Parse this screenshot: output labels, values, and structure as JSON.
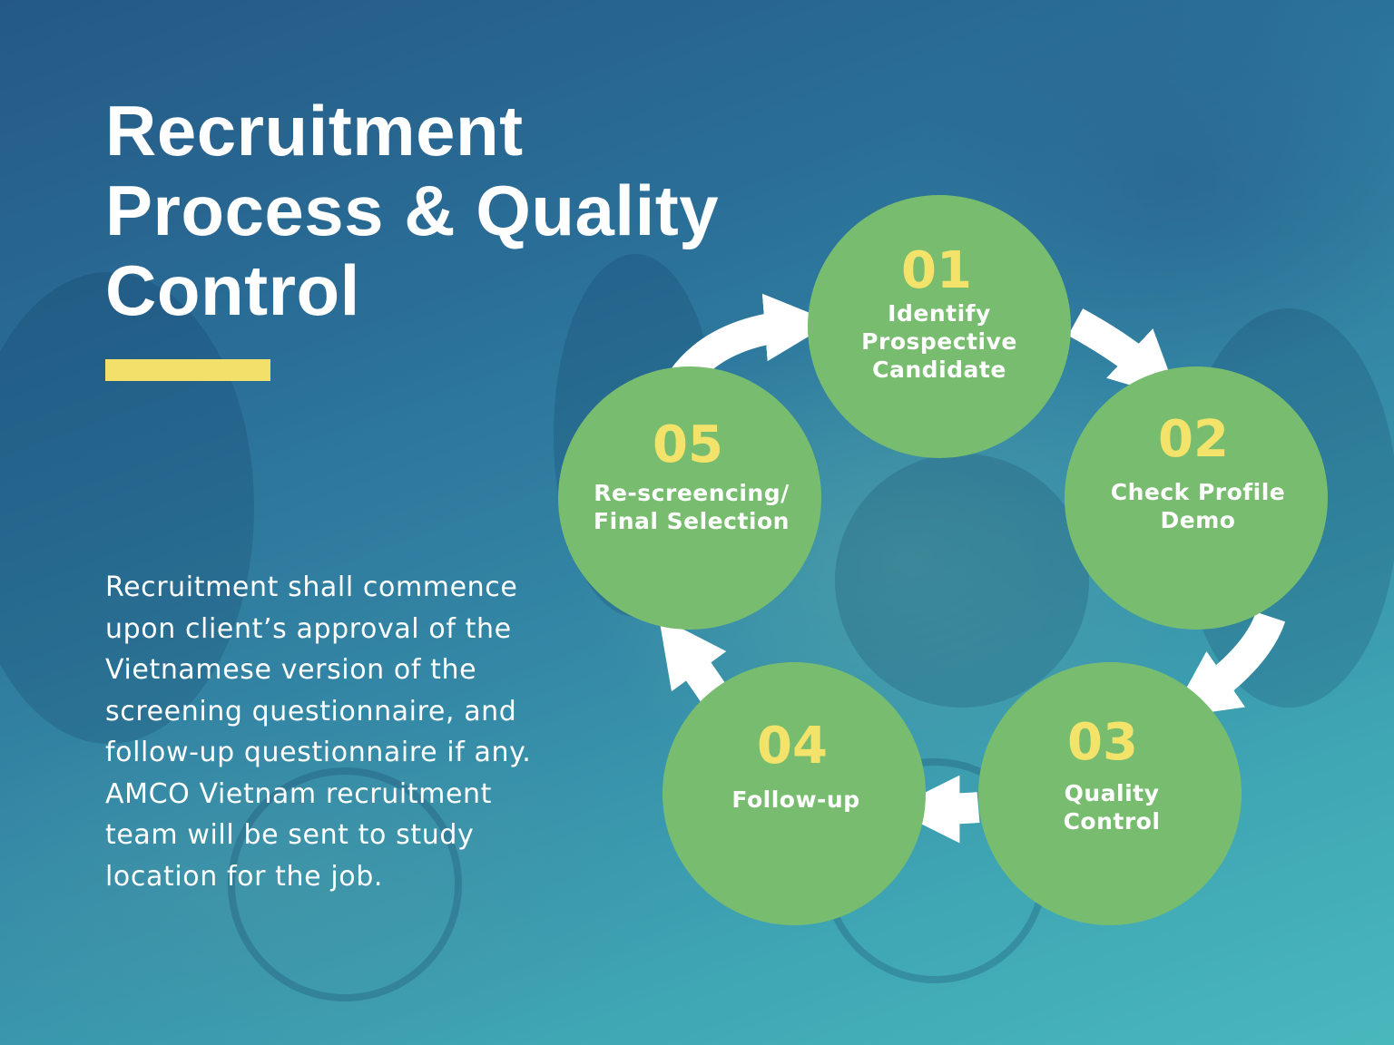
{
  "title_lines": [
    "Recruitment",
    "Process & Quality",
    "Control"
  ],
  "body_lines": [
    "Recruitment shall commence",
    "upon client’s approval of the",
    "Vietnamese version of the",
    "screening questionnaire, and",
    "follow-up questionnaire if any.",
    "AMCO Vietnam recruitment",
    "team will be sent to study",
    "location for the job."
  ],
  "colors": {
    "circle": "#78bd6f",
    "number": "#f3e36a",
    "accent_bar": "#f2e06b",
    "arrow": "#ffffff"
  },
  "steps": [
    {
      "number": "01",
      "label_lines": [
        "Identify",
        "Prospective",
        "Candidate"
      ]
    },
    {
      "number": "02",
      "label_lines": [
        "Check Profile",
        "Demo"
      ]
    },
    {
      "number": "03",
      "label_lines": [
        "Quality",
        "Control"
      ]
    },
    {
      "number": "04",
      "label_lines": [
        "Follow-up"
      ]
    },
    {
      "number": "05",
      "label_lines": [
        "Re-screencing/",
        "Final Selection"
      ]
    }
  ]
}
